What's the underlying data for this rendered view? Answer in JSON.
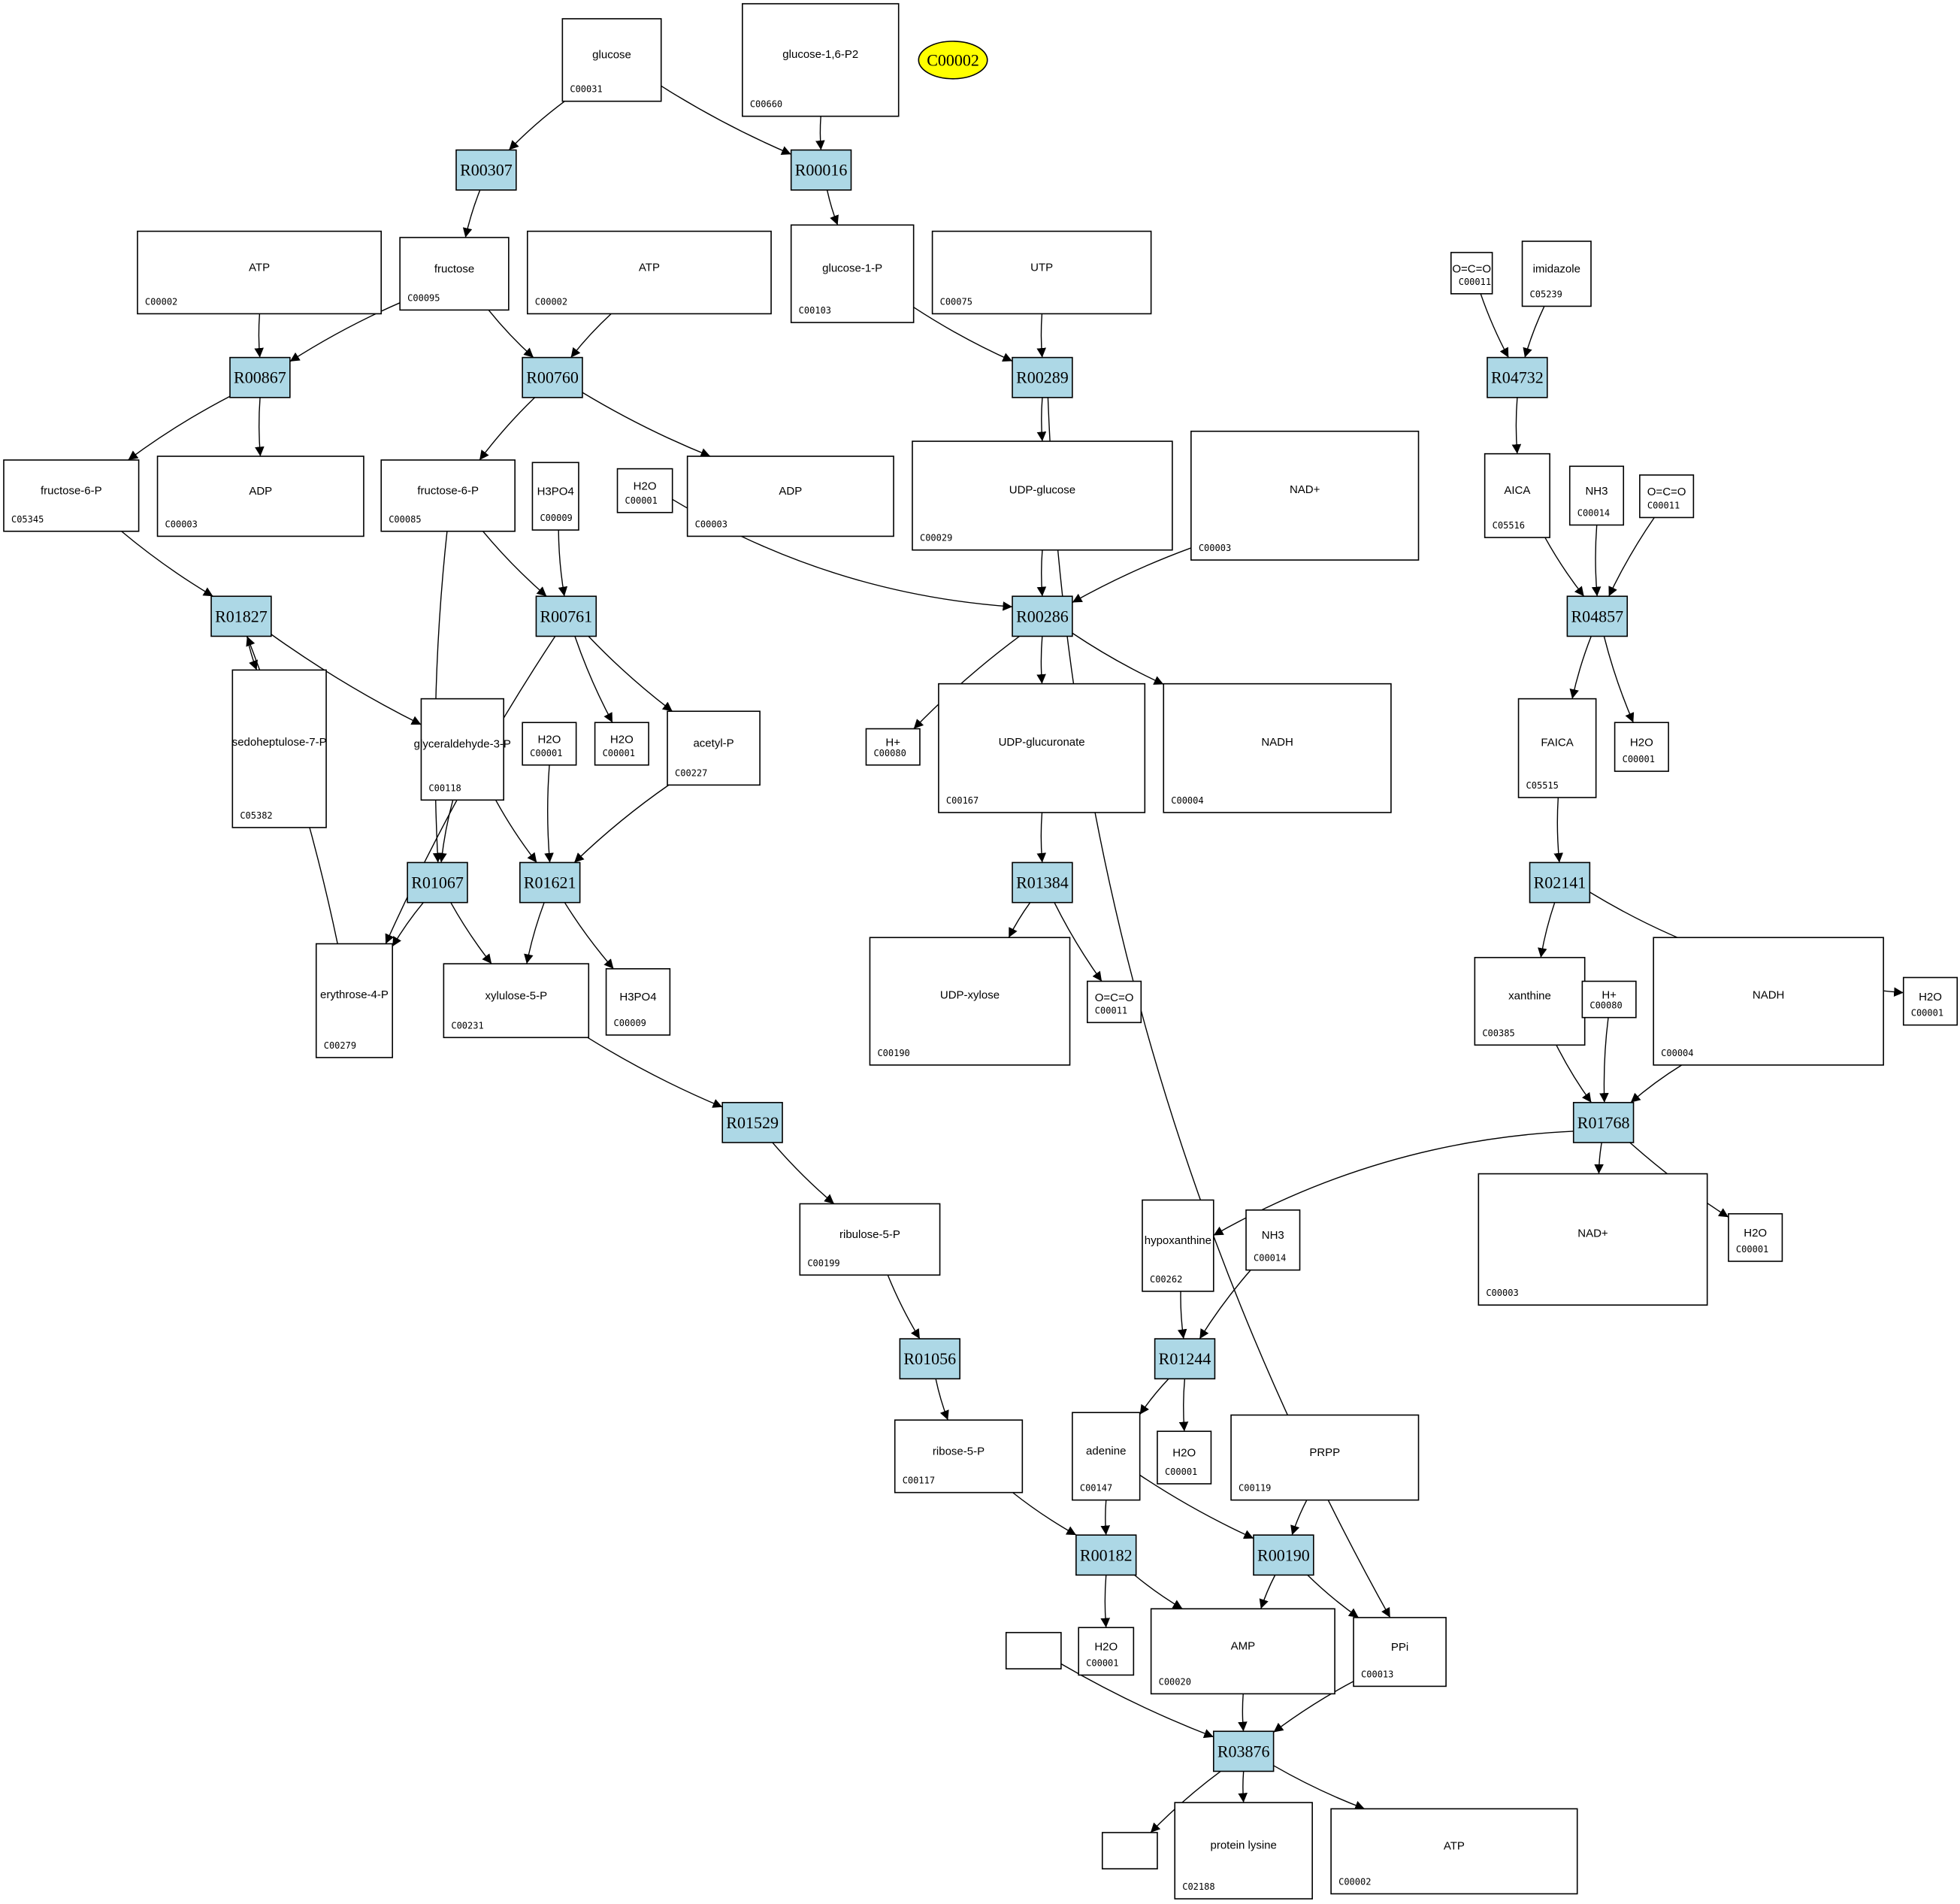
{
  "diagram": {
    "title": "Reaction pathway graph",
    "highlight": {
      "id": "hl",
      "label": "C00002",
      "color": "#ffff00"
    },
    "reaction_color": "#add8e6",
    "reactions": [
      {
        "id": "R00307",
        "label": "R00307"
      },
      {
        "id": "R00016",
        "label": "R00016"
      },
      {
        "id": "R00867",
        "label": "R00867"
      },
      {
        "id": "R00760",
        "label": "R00760"
      },
      {
        "id": "R00289",
        "label": "R00289"
      },
      {
        "id": "R04732",
        "label": "R04732"
      },
      {
        "id": "R01827",
        "label": "R01827"
      },
      {
        "id": "R00761",
        "label": "R00761"
      },
      {
        "id": "R00286",
        "label": "R00286"
      },
      {
        "id": "R04857",
        "label": "R04857"
      },
      {
        "id": "R01067",
        "label": "R01067"
      },
      {
        "id": "R01621",
        "label": "R01621"
      },
      {
        "id": "R01384",
        "label": "R01384"
      },
      {
        "id": "R02141",
        "label": "R02141"
      },
      {
        "id": "R01529",
        "label": "R01529"
      },
      {
        "id": "R01768",
        "label": "R01768"
      },
      {
        "id": "R01056",
        "label": "R01056"
      },
      {
        "id": "R01244",
        "label": "R01244"
      },
      {
        "id": "R00182",
        "label": "R00182"
      },
      {
        "id": "R00190",
        "label": "R00190"
      },
      {
        "id": "R03876",
        "label": "R03876"
      }
    ],
    "compounds": [
      {
        "id": "c_C00031",
        "label": "C00031",
        "formula": "glucose"
      },
      {
        "id": "c_C00660",
        "label": "C00660",
        "formula": "glucose-1,6-P2"
      },
      {
        "id": "c_C00002a",
        "label": "C00002",
        "formula": "ATP"
      },
      {
        "id": "c_C00095",
        "label": "C00095",
        "formula": "fructose"
      },
      {
        "id": "c_C00002b",
        "label": "C00002",
        "formula": "ATP"
      },
      {
        "id": "c_C00103",
        "label": "C00103",
        "formula": "glucose-1-P"
      },
      {
        "id": "c_C00075",
        "label": "C00075",
        "formula": "UTP"
      },
      {
        "id": "c_C00011a",
        "label": "C00011",
        "formula": "O=C=O"
      },
      {
        "id": "c_C05239",
        "label": "C05239",
        "formula": "imidazole"
      },
      {
        "id": "c_C05345",
        "label": "C05345",
        "formula": "fructose-6-P"
      },
      {
        "id": "c_C00003a",
        "label": "C00003",
        "formula": "ADP"
      },
      {
        "id": "c_C00085",
        "label": "C00085",
        "formula": "fructose-6-P"
      },
      {
        "id": "c_C00009a",
        "label": "C00009",
        "formula": "H3PO4"
      },
      {
        "id": "c_C00001a",
        "label": "C00001",
        "formula": "H2O"
      },
      {
        "id": "c_C00003b",
        "label": "C00003",
        "formula": "ADP"
      },
      {
        "id": "c_C00029",
        "label": "C00029",
        "formula": "UDP-glucose"
      },
      {
        "id": "c_C00003c",
        "label": "C00003",
        "formula": "NAD+"
      },
      {
        "id": "c_C05516",
        "label": "C05516",
        "formula": "AICA"
      },
      {
        "id": "c_C00014a",
        "label": "C00014",
        "formula": "NH3"
      },
      {
        "id": "c_C00011b",
        "label": "C00011",
        "formula": "O=C=O"
      },
      {
        "id": "c_C05382",
        "label": "C05382",
        "formula": "sedoheptulose-7-P"
      },
      {
        "id": "c_C00118",
        "label": "C00118",
        "formula": "glyceraldehyde-3-P"
      },
      {
        "id": "c_C00001b",
        "label": "C00001",
        "formula": "H2O"
      },
      {
        "id": "c_C00001c",
        "label": "C00001",
        "formula": "H2O"
      },
      {
        "id": "c_C00227",
        "label": "C00227",
        "formula": "acetyl-P"
      },
      {
        "id": "c_C00080a",
        "label": "C00080",
        "formula": "H+"
      },
      {
        "id": "c_C00167",
        "label": "C00167",
        "formula": "UDP-glucuronate"
      },
      {
        "id": "c_C00004a",
        "label": "C00004",
        "formula": "NADH"
      },
      {
        "id": "c_C05515",
        "label": "C05515",
        "formula": "FAICA"
      },
      {
        "id": "c_C00001d",
        "label": "C00001",
        "formula": "H2O"
      },
      {
        "id": "c_C00279",
        "label": "C00279",
        "formula": "erythrose-4-P"
      },
      {
        "id": "c_C00231",
        "label": "C00231",
        "formula": "xylulose-5-P"
      },
      {
        "id": "c_C00009b",
        "label": "C00009",
        "formula": "H3PO4"
      },
      {
        "id": "c_C00190",
        "label": "C00190",
        "formula": "UDP-xylose"
      },
      {
        "id": "c_C00011c",
        "label": "C00011",
        "formula": "O=C=O"
      },
      {
        "id": "c_C00385",
        "label": "C00385",
        "formula": "xanthine"
      },
      {
        "id": "c_C00080b",
        "label": "C00080",
        "formula": "H+"
      },
      {
        "id": "c_C00004b",
        "label": "C00004",
        "formula": "NADH"
      },
      {
        "id": "c_C00001e",
        "label": "C00001",
        "formula": "H2O"
      },
      {
        "id": "c_C00199",
        "label": "C00199",
        "formula": "ribulose-5-P"
      },
      {
        "id": "c_C00262",
        "label": "C00262",
        "formula": "hypoxanthine"
      },
      {
        "id": "c_C00014b",
        "label": "C00014",
        "formula": "NH3"
      },
      {
        "id": "c_C00003d",
        "label": "C00003",
        "formula": "NAD+"
      },
      {
        "id": "c_C00001f",
        "label": "C00001",
        "formula": "H2O"
      },
      {
        "id": "c_C00117",
        "label": "C00117",
        "formula": "ribose-5-P"
      },
      {
        "id": "c_C00147",
        "label": "C00147",
        "formula": "adenine"
      },
      {
        "id": "c_C00001g",
        "label": "C00001",
        "formula": "H2O"
      },
      {
        "id": "c_C00119",
        "label": "C00119",
        "formula": "PRPP"
      },
      {
        "id": "c_blank1",
        "label": "",
        "formula": ""
      },
      {
        "id": "c_C00001h",
        "label": "C00001",
        "formula": "H2O"
      },
      {
        "id": "c_C00020",
        "label": "C00020",
        "formula": "AMP"
      },
      {
        "id": "c_C00013",
        "label": "C00013",
        "formula": "PPi"
      },
      {
        "id": "c_blank2",
        "label": "",
        "formula": ""
      },
      {
        "id": "c_C02188",
        "label": "C02188",
        "formula": "protein lysine"
      },
      {
        "id": "c_C00002c",
        "label": "C00002",
        "formula": "ATP"
      }
    ],
    "edges": [
      [
        "c_C00031",
        "R00307"
      ],
      [
        "c_C00031",
        "R00016"
      ],
      [
        "c_C00660",
        "R00016"
      ],
      [
        "R00307",
        "c_C00095"
      ],
      [
        "R00016",
        "c_C00103"
      ],
      [
        "c_C00002a",
        "R00867"
      ],
      [
        "c_C00095",
        "R00867"
      ],
      [
        "c_C00095",
        "R00760"
      ],
      [
        "c_C00002b",
        "R00760"
      ],
      [
        "c_C00103",
        "R00289"
      ],
      [
        "c_C00075",
        "R00289"
      ],
      [
        "c_C00011a",
        "R04732"
      ],
      [
        "c_C05239",
        "R04732"
      ],
      [
        "R00867",
        "c_C05345"
      ],
      [
        "R00867",
        "c_C00003a"
      ],
      [
        "R00760",
        "c_C00085"
      ],
      [
        "R00760",
        "c_C00003b"
      ],
      [
        "R00289",
        "c_C00029"
      ],
      [
        "R00289",
        "c_C00013"
      ],
      [
        "R04732",
        "c_C05516"
      ],
      [
        "c_C05345",
        "R01827"
      ],
      [
        "c_C00085",
        "R00761"
      ],
      [
        "c_C00009a",
        "R00761"
      ],
      [
        "c_C00085",
        "R01067"
      ],
      [
        "c_C00001a",
        "R00286"
      ],
      [
        "c_C00029",
        "R00286"
      ],
      [
        "c_C00003c",
        "R00286"
      ],
      [
        "c_C05516",
        "R04857"
      ],
      [
        "c_C00014a",
        "R04857"
      ],
      [
        "c_C00011b",
        "R04857"
      ],
      [
        "R01827",
        "c_C05382"
      ],
      [
        "R01827",
        "c_C00118"
      ],
      [
        "R00761",
        "c_C00001c"
      ],
      [
        "R00761",
        "c_C00227"
      ],
      [
        "R00761",
        "c_C00279"
      ],
      [
        "R00286",
        "c_C00080a"
      ],
      [
        "R00286",
        "c_C00167"
      ],
      [
        "R00286",
        "c_C00004a"
      ],
      [
        "R04857",
        "c_C05515"
      ],
      [
        "R04857",
        "c_C00001d"
      ],
      [
        "c_C00118",
        "R01067"
      ],
      [
        "c_C00118",
        "R01621"
      ],
      [
        "c_C00001b",
        "R01621"
      ],
      [
        "c_C00227",
        "R01621"
      ],
      [
        "c_C00279",
        "R01827"
      ],
      [
        "R01067",
        "c_C00279"
      ],
      [
        "R01067",
        "c_C00231"
      ],
      [
        "R01621",
        "c_C00231"
      ],
      [
        "R01621",
        "c_C00009b"
      ],
      [
        "c_C00167",
        "R01384"
      ],
      [
        "R01384",
        "c_C00190"
      ],
      [
        "R01384",
        "c_C00011c"
      ],
      [
        "c_C05515",
        "R02141"
      ],
      [
        "R02141",
        "c_C00385"
      ],
      [
        "R02141",
        "c_C00001e"
      ],
      [
        "c_C00231",
        "R01529"
      ],
      [
        "R01529",
        "c_C00199"
      ],
      [
        "c_C00385",
        "R01768"
      ],
      [
        "c_C00080b",
        "R01768"
      ],
      [
        "c_C00004b",
        "R01768"
      ],
      [
        "R01768",
        "c_C00262"
      ],
      [
        "R01768",
        "c_C00003d"
      ],
      [
        "R01768",
        "c_C00001f"
      ],
      [
        "c_C00199",
        "R01056"
      ],
      [
        "R01056",
        "c_C00117"
      ],
      [
        "c_C00262",
        "R01244"
      ],
      [
        "c_C00014b",
        "R01244"
      ],
      [
        "R01244",
        "c_C00147"
      ],
      [
        "R01244",
        "c_C00001g"
      ],
      [
        "c_C00117",
        "R00182"
      ],
      [
        "c_C00147",
        "R00182"
      ],
      [
        "c_C00147",
        "R00190"
      ],
      [
        "c_C00119",
        "R00190"
      ],
      [
        "R00182",
        "c_C00001h"
      ],
      [
        "R00182",
        "c_C00020"
      ],
      [
        "R00190",
        "c_C00020"
      ],
      [
        "R00190",
        "c_C00013"
      ],
      [
        "c_blank1",
        "R03876"
      ],
      [
        "c_C00020",
        "R03876"
      ],
      [
        "c_C00013",
        "R03876"
      ],
      [
        "R03876",
        "c_blank2"
      ],
      [
        "R03876",
        "c_C02188"
      ],
      [
        "R03876",
        "c_C00002c"
      ]
    ]
  }
}
